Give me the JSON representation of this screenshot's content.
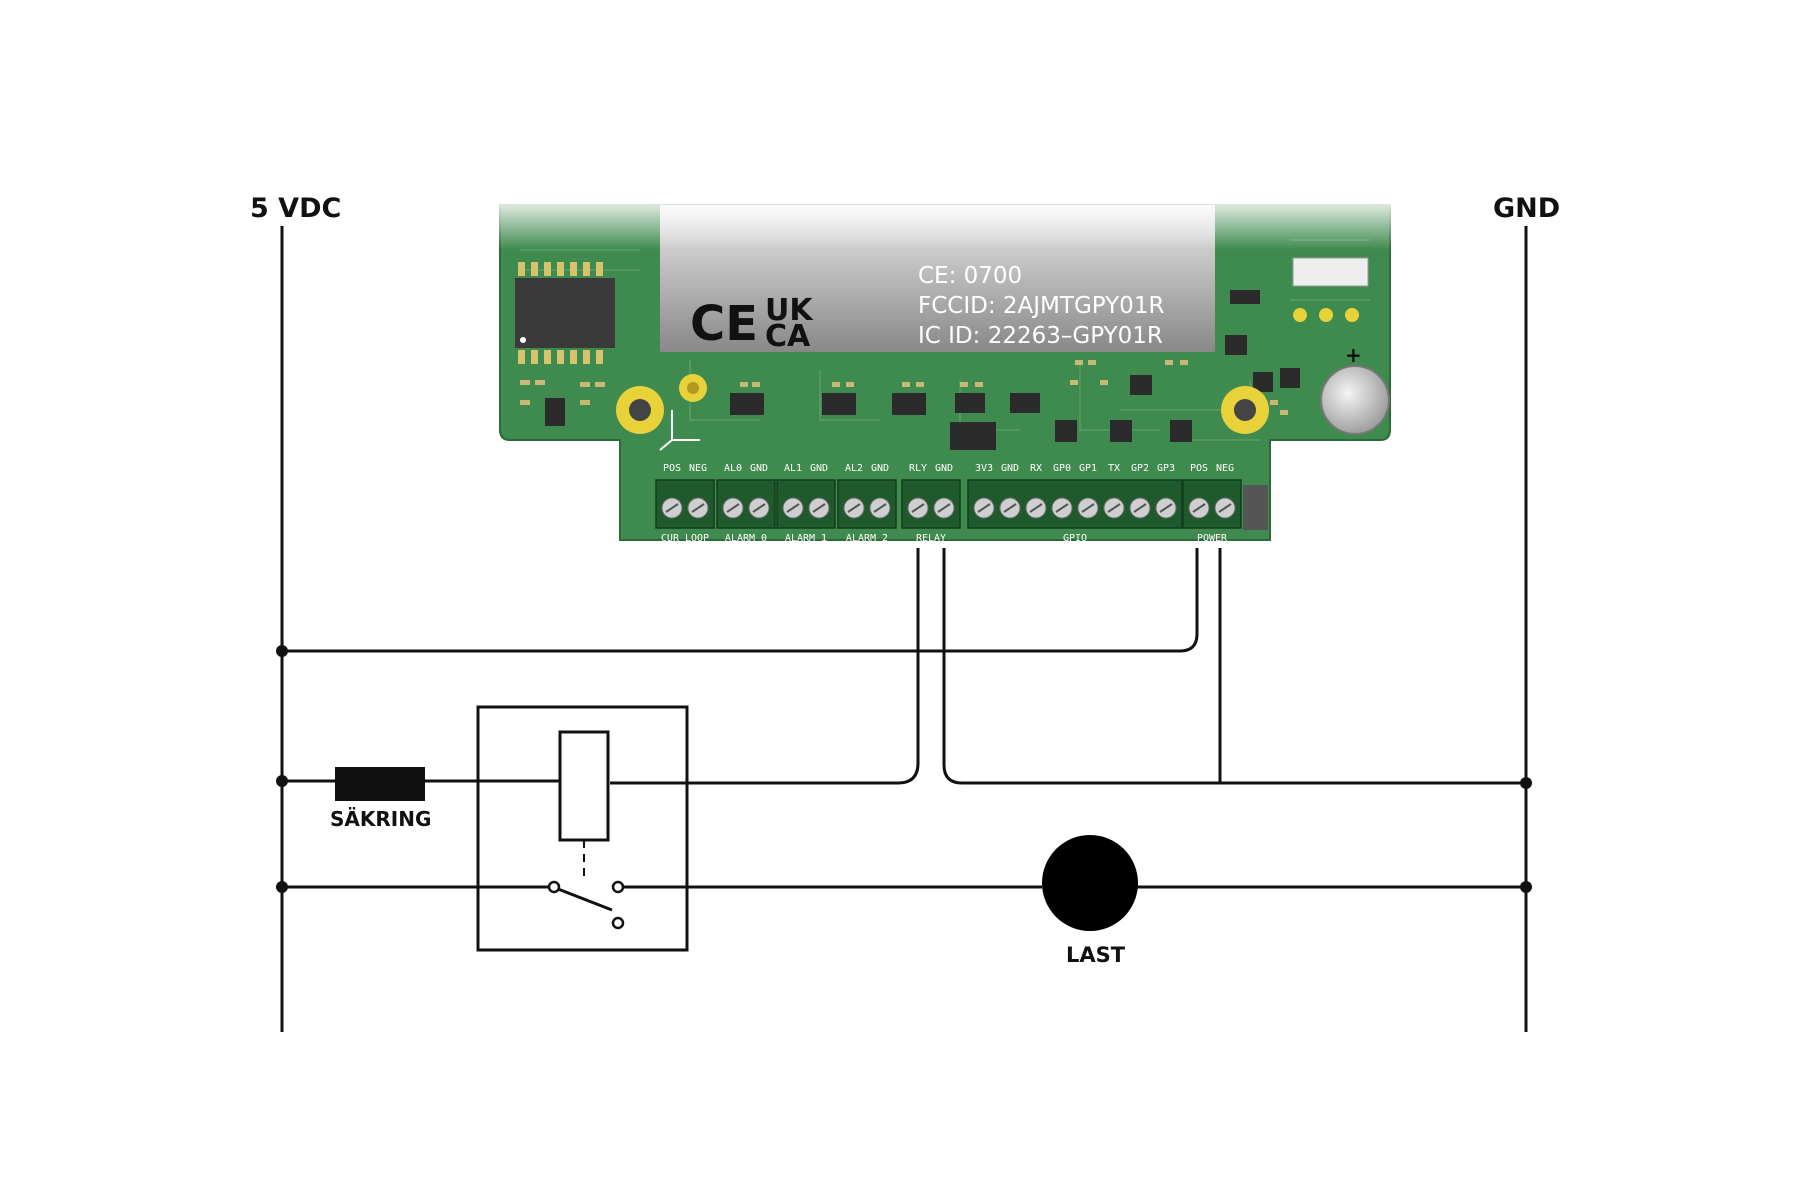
{
  "rails": {
    "left_label": "5 VDC",
    "right_label": "GND"
  },
  "components": {
    "fuse_label": "SÄKRING",
    "load_label": "LAST"
  },
  "board": {
    "cert": {
      "ce": "CE: 0700",
      "fccid": "FCCID: 2AJMTGPY01R",
      "icid": "IC ID: 22263–GPY01R"
    },
    "marks": {
      "ce_mark": "CE",
      "ukca_top": "UK",
      "ukca_bottom": "CA"
    },
    "terminal_labels_top": [
      "POS",
      "NEG",
      "AL0",
      "GND",
      "AL1",
      "GND",
      "AL2",
      "GND",
      "RLY",
      "GND",
      "3V3",
      "GND",
      "RX",
      "GP0",
      "GP1",
      "TX",
      "GP2",
      "GP3",
      "POS",
      "NEG"
    ],
    "group_labels_bottom": [
      "CUR LOOP",
      "ALARM 0",
      "ALARM 1",
      "ALARM 2",
      "RELAY",
      "GPIO",
      "POWER"
    ]
  },
  "colors": {
    "pcb": "#3f8a4e",
    "pcb_light": "#5fa36a",
    "terminal": "#1f5a2c",
    "wire": "#111111",
    "label_panel": "#8c8c8c"
  }
}
